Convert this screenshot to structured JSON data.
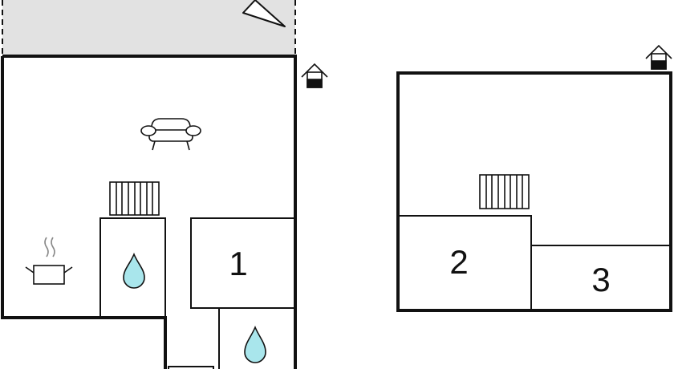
{
  "rooms": [
    {
      "label": "1"
    },
    {
      "label": "2"
    },
    {
      "label": "3"
    }
  ],
  "icons": {
    "terrace_area": "terrace-area",
    "lamp": "lamp-icon",
    "entrance": "entrance-house-icon",
    "sofa": "sofa-icon",
    "radiator": "radiator-icon",
    "kitchen": "cooking-pot-icon",
    "water": "water-drop-icon"
  },
  "colors": {
    "wall": "#111111",
    "terrace": "#e2e2e2",
    "water_drop": "#a9e6ec"
  }
}
